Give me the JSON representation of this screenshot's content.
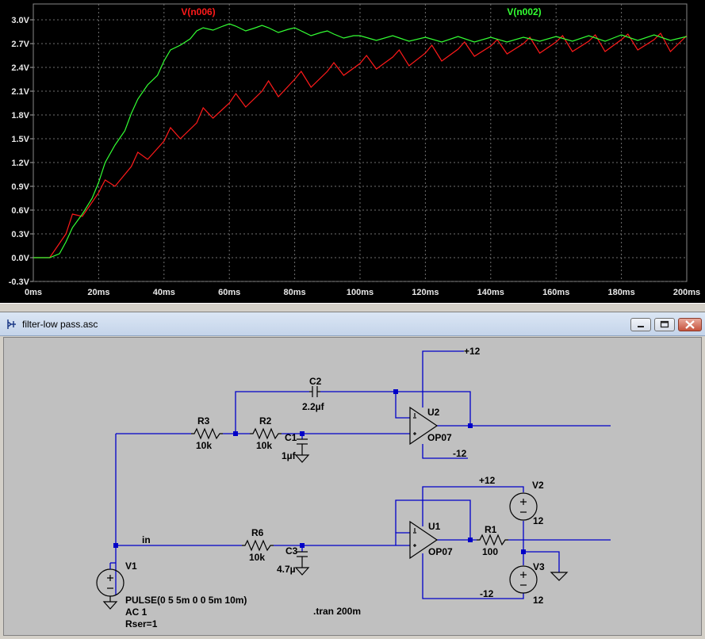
{
  "chart_data": {
    "type": "line",
    "xlim": [
      0,
      200
    ],
    "ylim": [
      -0.3,
      3.0
    ],
    "x_ticks": [
      "0ms",
      "20ms",
      "40ms",
      "60ms",
      "80ms",
      "100ms",
      "120ms",
      "140ms",
      "160ms",
      "180ms",
      "200ms"
    ],
    "y_ticks": [
      "-0.3V",
      "0.0V",
      "0.3V",
      "0.6V",
      "0.9V",
      "1.2V",
      "1.5V",
      "1.8V",
      "2.1V",
      "2.4V",
      "2.7V",
      "3.0V"
    ],
    "grid": true,
    "series": [
      {
        "name": "V(n006)",
        "color": "#ff1a1a",
        "x": [
          0,
          5,
          10,
          12,
          15,
          20,
          22,
          25,
          30,
          32,
          35,
          40,
          42,
          45,
          50,
          52,
          55,
          60,
          62,
          65,
          70,
          72,
          75,
          80,
          82,
          85,
          90,
          92,
          95,
          100,
          102,
          105,
          110,
          112,
          115,
          120,
          122,
          125,
          130,
          132,
          135,
          140,
          142,
          145,
          150,
          152,
          155,
          160,
          162,
          165,
          170,
          172,
          175,
          180,
          182,
          185,
          190,
          192,
          195,
          200
        ],
        "y": [
          0,
          0,
          0.3,
          0.55,
          0.52,
          0.82,
          0.98,
          0.9,
          1.15,
          1.33,
          1.24,
          1.47,
          1.64,
          1.5,
          1.7,
          1.89,
          1.76,
          1.95,
          2.07,
          1.9,
          2.1,
          2.23,
          2.03,
          2.25,
          2.35,
          2.15,
          2.35,
          2.46,
          2.3,
          2.45,
          2.55,
          2.38,
          2.53,
          2.62,
          2.42,
          2.58,
          2.68,
          2.48,
          2.63,
          2.72,
          2.54,
          2.67,
          2.75,
          2.57,
          2.7,
          2.78,
          2.58,
          2.72,
          2.8,
          2.6,
          2.73,
          2.81,
          2.6,
          2.75,
          2.82,
          2.62,
          2.75,
          2.83,
          2.6,
          2.8
        ]
      },
      {
        "name": "V(n002)",
        "color": "#33ff33",
        "x": [
          0,
          5,
          8,
          10,
          12,
          15,
          18,
          20,
          22,
          25,
          28,
          30,
          32,
          35,
          38,
          40,
          42,
          45,
          48,
          50,
          52,
          55,
          58,
          60,
          62,
          65,
          68,
          70,
          72,
          75,
          78,
          80,
          82,
          85,
          88,
          90,
          92,
          95,
          98,
          100,
          105,
          110,
          115,
          120,
          125,
          130,
          135,
          140,
          145,
          150,
          155,
          160,
          165,
          170,
          175,
          180,
          185,
          190,
          195,
          200
        ],
        "y": [
          0,
          0,
          0.05,
          0.2,
          0.38,
          0.55,
          0.75,
          0.95,
          1.2,
          1.42,
          1.6,
          1.82,
          2.0,
          2.18,
          2.3,
          2.48,
          2.62,
          2.68,
          2.76,
          2.86,
          2.9,
          2.87,
          2.92,
          2.95,
          2.92,
          2.86,
          2.9,
          2.93,
          2.9,
          2.84,
          2.88,
          2.9,
          2.86,
          2.8,
          2.84,
          2.86,
          2.82,
          2.77,
          2.8,
          2.8,
          2.74,
          2.8,
          2.73,
          2.78,
          2.72,
          2.79,
          2.72,
          2.78,
          2.72,
          2.78,
          2.73,
          2.79,
          2.73,
          2.8,
          2.73,
          2.81,
          2.74,
          2.81,
          2.74,
          2.79
        ]
      }
    ]
  },
  "window": {
    "title": "filter-low pass.asc"
  },
  "icons": {
    "app": "ltspice-opamp-icon",
    "minimize": "minimize-icon",
    "maximize": "maximize-icon",
    "close": "close-icon"
  },
  "schematic": {
    "labels": {
      "c2_name": "C2",
      "c2_value": "2.2µf",
      "r3_name": "R3",
      "r3_value": "10k",
      "r2_name": "R2",
      "r2_value": "10k",
      "c1_name": "C1",
      "c1_value": "1µf",
      "u2_name": "U2",
      "u2_model": "OP07",
      "u2_vpos": "+12",
      "u2_vneg": "-12",
      "in_net": "in",
      "r6_name": "R6",
      "r6_value": "10k",
      "c3_name": "C3",
      "c3_value": "4.7µ",
      "u1_name": "U1",
      "u1_model": "OP07",
      "u1_vpos": "+12",
      "u1_vneg": "-12",
      "r1_name": "R1",
      "r1_value": "100",
      "v2_name": "V2",
      "v2_value": "12",
      "v3_name": "V3",
      "v3_value": "12",
      "v1_name": "V1",
      "v1_line1": "PULSE(0 5 5m 0 0 5m 10m)",
      "v1_line2": "AC 1",
      "v1_line3": "Rser=1",
      "directive": ".tran 200m"
    }
  }
}
